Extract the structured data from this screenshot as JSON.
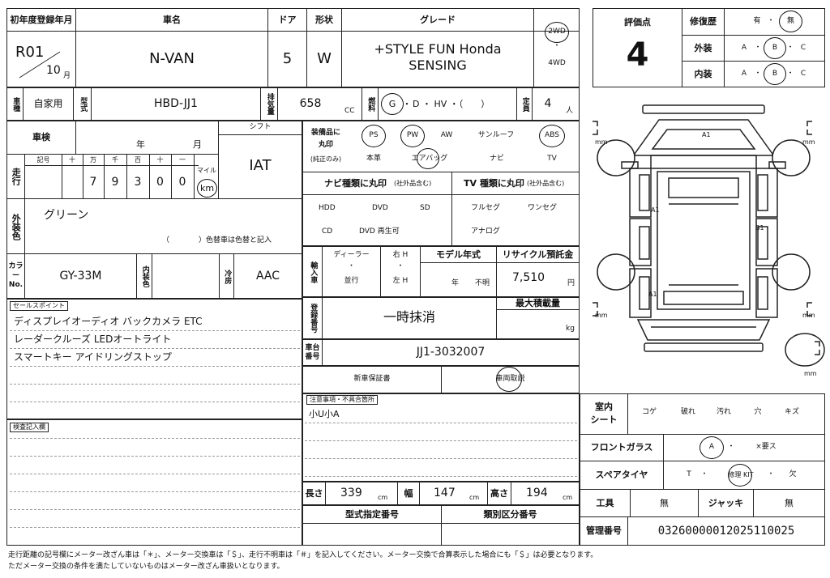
{
  "header": {
    "first_reg_label": "初年度登録年月",
    "car_name_label": "車名",
    "door_label": "ドア",
    "shape_label": "形状",
    "grade_label": "グレード",
    "era": "R01",
    "month": "10",
    "month_unit": "月",
    "car_name": "N-VAN",
    "doors": "5",
    "shape": "W",
    "grade_line1": "+STYLE FUN Honda",
    "grade_line2": "SENSING",
    "drive_2wd": "2WD",
    "drive_dot": "・",
    "drive_4wd": "4WD"
  },
  "eval": {
    "score_label": "評価点",
    "score": "4",
    "repair_label": "修復歴",
    "repair_yes": "有",
    "repair_sep": "・",
    "repair_no": "無",
    "exterior_label": "外装",
    "interior_label": "内装",
    "grade_a": "A",
    "grade_b": "B",
    "grade_c": "C",
    "sep": "・"
  },
  "row2": {
    "usage_label": "車種",
    "usage": "自家用",
    "model_label": "型式",
    "model": "HBD-JJ1",
    "disp_label": "排気量",
    "displacement": "658",
    "disp_unit": "CC",
    "fuel_label": "燃料",
    "fuel_g": "G",
    "fuel_rest": "D ・ HV ・（　　）",
    "fuel_dot": "・",
    "capacity_label": "定員",
    "capacity": "4",
    "capacity_unit": "人"
  },
  "inspection": {
    "label": "車検",
    "year": "年",
    "month": "月",
    "shift_label": "シフト",
    "shift": "IAT",
    "mileage_label": "走行",
    "sign_label": "記号",
    "digit_labels": [
      "十",
      "万",
      "千",
      "百",
      "十",
      "一"
    ],
    "digits": [
      "7",
      "9",
      "3",
      "0",
      "0"
    ],
    "unit_mile": "マイル",
    "unit_km": "km"
  },
  "color": {
    "label": "外装色",
    "value": "グリーン",
    "note": "（　　　　）色替車は色替と記入",
    "code_label": "カラーNo.",
    "code": "GY-33M",
    "int_label": "内装色",
    "ac_label": "冷房",
    "ac": "AAC"
  },
  "sales": {
    "label": "セールスポイント",
    "lines": [
      "ディスプレイオーディオ バックカメラ ETC",
      "レーダークルーズ LEDオートライト",
      "スマートキー アイドリングストップ"
    ]
  },
  "inspect_note": {
    "label": "検査記入欄"
  },
  "equipment": {
    "label1": "装備品に",
    "label2": "丸印",
    "label3": "(純正のみ)",
    "row1": [
      "PS",
      "PW",
      "AW",
      "サンルーフ",
      "ABS"
    ],
    "row2": [
      "本革",
      "エアバッグ",
      "ナビ",
      "TV"
    ]
  },
  "navi": {
    "title": "ナビ種類に丸印",
    "sub": "(社外品含む)",
    "opts": [
      "HDD",
      "DVD",
      "SD",
      "CD",
      "DVD 再生可"
    ]
  },
  "tv": {
    "title": "TV 種類に丸印",
    "sub": "(社外品含む)",
    "opts": [
      "フルセグ",
      "ワンセグ",
      "アナログ"
    ]
  },
  "import": {
    "label": "輸入車",
    "dealer": "ディーラー",
    "dot": "・",
    "parallel": "並行",
    "rh": "右 H",
    "lh": "左 H",
    "model_year_label": "モデル年式",
    "year": "年",
    "unknown": "不明",
    "recycle_label": "リサイクル預託金",
    "recycle": "7,510",
    "yen": "円"
  },
  "reg": {
    "label": "登録番号",
    "value": "一時抹消",
    "max_load_label": "最大積載量",
    "kg": "kg"
  },
  "chassis": {
    "label": "車台番号",
    "value": "JJ1-3032007"
  },
  "docs": {
    "warranty": "新車保証書",
    "manual": "車両取説"
  },
  "notes": {
    "label": "注意事項・不具合箇所",
    "value": "小U小A"
  },
  "dims": {
    "length_label": "長さ",
    "length": "339",
    "width_label": "幅",
    "width": "147",
    "height_label": "高さ",
    "height": "194",
    "cm": "cm",
    "type_no_label": "型式指定番号",
    "class_no_label": "類別区分番号"
  },
  "diagram": {
    "labels": [
      "A1",
      "A1",
      "B1",
      "A1"
    ],
    "mm": "mm"
  },
  "cabin": {
    "seat_label1": "室内",
    "seat_label2": "シート",
    "seat_opts": [
      "コゲ",
      "破れ",
      "汚れ",
      "穴",
      "キズ"
    ],
    "glass_label": "フロントガラス",
    "glass_a": "A",
    "glass_dot": "・",
    "glass_b": "×要ス",
    "spare_label": "スペアタイヤ",
    "spare_t": "T",
    "spare_repair": "修理 KIT",
    "spare_none": "欠",
    "tools_label": "工具",
    "tools": "無",
    "jack_label": "ジャッキ",
    "jack": "無",
    "mgmt_label": "管理番号",
    "mgmt": "0326000001202511002​5"
  },
  "footer": {
    "line1": "走行距離の記号欄にメーター改ざん車は「＊」、メーター交換車は「＄」、走行不明車は「＃」を記入してください。メーター交換で合算表示した場合にも「＄」は必要となります。",
    "line2": "ただメーター交換の条件を満たしていないものはメーター改ざん車扱いとなります。"
  }
}
